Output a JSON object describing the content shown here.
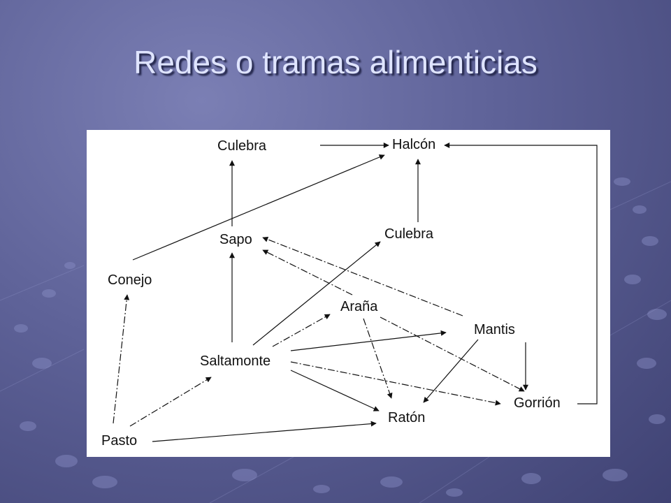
{
  "slide": {
    "title": "Redes o tramas alimenticias"
  },
  "diagram": {
    "nodes": {
      "halcon": "Halcón",
      "culebra_top": "Culebra",
      "culebra_right": "Culebra",
      "sapo": "Sapo",
      "conejo": "Conejo",
      "arana": "Araña",
      "mantis": "Mantis",
      "saltamonte": "Saltamonte",
      "gorrion": "Gorrión",
      "raton": "Ratón",
      "pasto": "Pasto"
    },
    "edges": [
      {
        "from": "culebra_top",
        "to": "halcon"
      },
      {
        "from": "conejo",
        "to": "halcon"
      },
      {
        "from": "culebra_right",
        "to": "halcon"
      },
      {
        "from": "gorrion",
        "to": "halcon"
      },
      {
        "from": "sapo",
        "to": "culebra_top"
      },
      {
        "from": "saltamonte",
        "to": "sapo"
      },
      {
        "from": "arana",
        "to": "sapo"
      },
      {
        "from": "mantis",
        "to": "sapo"
      },
      {
        "from": "saltamonte",
        "to": "culebra_right"
      },
      {
        "from": "saltamonte",
        "to": "arana"
      },
      {
        "from": "saltamonte",
        "to": "mantis"
      },
      {
        "from": "saltamonte",
        "to": "gorrion"
      },
      {
        "from": "saltamonte",
        "to": "raton"
      },
      {
        "from": "arana",
        "to": "raton"
      },
      {
        "from": "arana",
        "to": "gorrion"
      },
      {
        "from": "mantis",
        "to": "raton"
      },
      {
        "from": "mantis",
        "to": "gorrion"
      },
      {
        "from": "pasto",
        "to": "conejo"
      },
      {
        "from": "pasto",
        "to": "saltamonte"
      },
      {
        "from": "pasto",
        "to": "raton"
      }
    ]
  }
}
